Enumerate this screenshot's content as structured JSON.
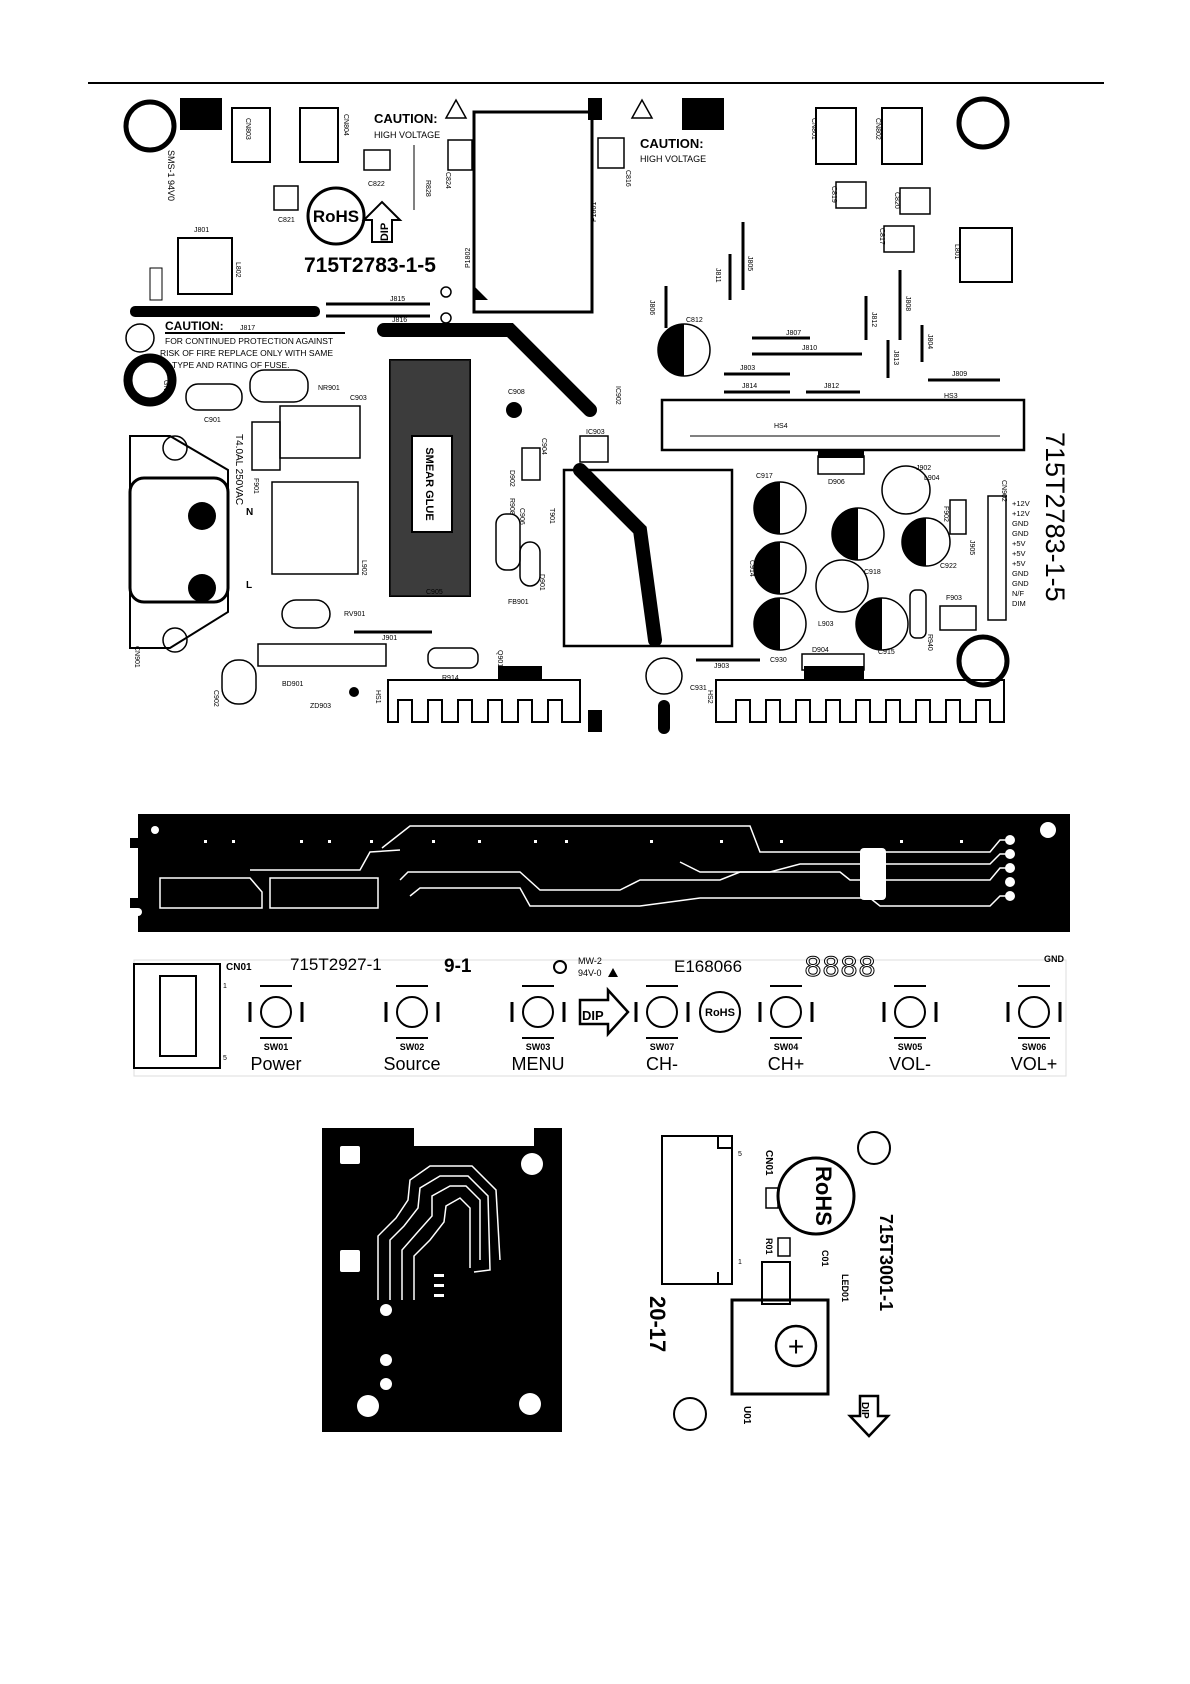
{
  "power_board": {
    "board_id_horizontal": "715T2783-1-5",
    "board_id_vertical": "715T2783-1-5",
    "caution_1_title": "CAUTION:",
    "caution_1_sub": "HIGH VOLTAGE",
    "caution_2_title": "CAUTION:",
    "caution_2_sub": "HIGH VOLTAGE",
    "caution_3_title": "CAUTION:",
    "fuse_warning": [
      "FOR CONTINUED PROTECTION AGAINST",
      "RISK OF FIRE REPLACE ONLY WITH SAME",
      "TYPE AND RATING OF FUSE."
    ],
    "fuse_rating": "T4.0AL 250VAC",
    "rohs": "RoHS",
    "dip": "DIP",
    "smear_glue": "SMEAR GLUE",
    "flammability": "SMS-1 94V0",
    "output_pins": [
      "+12V",
      "+12V",
      "GND",
      "GND",
      "+5V",
      "+5V",
      "+5V",
      "GND",
      "GND",
      "N/F",
      "DIM"
    ],
    "refs": {
      "cn803": "CN803",
      "cn804": "CN804",
      "c822": "C822",
      "r828": "R828",
      "c824": "C824",
      "c821": "C821",
      "j801": "J801",
      "l802": "L802",
      "p1802": "P1802",
      "p1801": "P1801",
      "c816": "C816",
      "j815": "J815",
      "j816": "J816",
      "j817": "J817",
      "cn801": "CN801",
      "cn802": "CN802",
      "c819": "C819",
      "c820": "C820",
      "c817": "C817",
      "l801": "L801",
      "j805": "J805",
      "j806": "J806",
      "j811": "J811",
      "j812": "J812",
      "j808": "J808",
      "c812": "C812",
      "j807": "J807",
      "j810": "J810",
      "j813": "J813",
      "j814": "J814",
      "j803": "J803",
      "j804": "J804",
      "j809": "J809",
      "hs3": "HS3",
      "hs4": "HS4",
      "ic902": "IC902",
      "ic903": "IC903",
      "nr901": "NR901",
      "c901": "C901",
      "c903": "C903",
      "gnd": "GND",
      "f901": "F901",
      "c906": "C906",
      "c904": "C904",
      "d902": "D902",
      "r908": "R908",
      "c908": "C908",
      "t901": "T901",
      "fb901": "FB901",
      "d901": "D901",
      "l902": "L902",
      "c905": "C905",
      "rv901": "RV901",
      "q901": "Q901",
      "j901": "J901",
      "r914": "R914",
      "bd901": "BD901",
      "zd903": "ZD903",
      "hs1": "HS1",
      "cn901": "CN901",
      "c902": "C902",
      "c917": "C917",
      "c914": "C914",
      "c930": "C930",
      "c918": "C918",
      "c915": "C915",
      "c922": "C922",
      "d906": "D906",
      "j902": "J902",
      "l904": "L904",
      "f902": "F902",
      "f903": "F903",
      "l903": "L903",
      "d904": "D904",
      "r940": "R940",
      "j905": "J905",
      "cn902": "CN902",
      "j903": "J903",
      "c931": "C931",
      "hs2": "HS2",
      "n": "N",
      "l": "L"
    }
  },
  "key_board": {
    "connector": "CN01",
    "board_id": "715T2927-1",
    "date_code": "9-1",
    "mw": "MW-2",
    "rating": "94V-0",
    "ul_number": "E168066",
    "segments": "8888",
    "gnd": "GND",
    "rohs": "RoHS",
    "dip": "DIP",
    "pin_1": "1",
    "pin_5": "5",
    "switches": [
      {
        "ref": "SW01",
        "label": "Power"
      },
      {
        "ref": "SW02",
        "label": "Source"
      },
      {
        "ref": "SW03",
        "label": "MENU"
      },
      {
        "ref": "SW07",
        "label": "CH-"
      },
      {
        "ref": "SW04",
        "label": "CH+"
      },
      {
        "ref": "SW05",
        "label": "VOL-"
      },
      {
        "ref": "SW06",
        "label": "VOL+"
      }
    ]
  },
  "ir_board": {
    "board_id": "715T3001-1",
    "date_code": "20-17",
    "rohs": "RoHS",
    "dip": "DIP",
    "cn01": "CN01",
    "r01": "R01",
    "c01": "C01",
    "led01": "LED01",
    "u01": "U01",
    "pin_5": "5",
    "pin_1": "1"
  }
}
